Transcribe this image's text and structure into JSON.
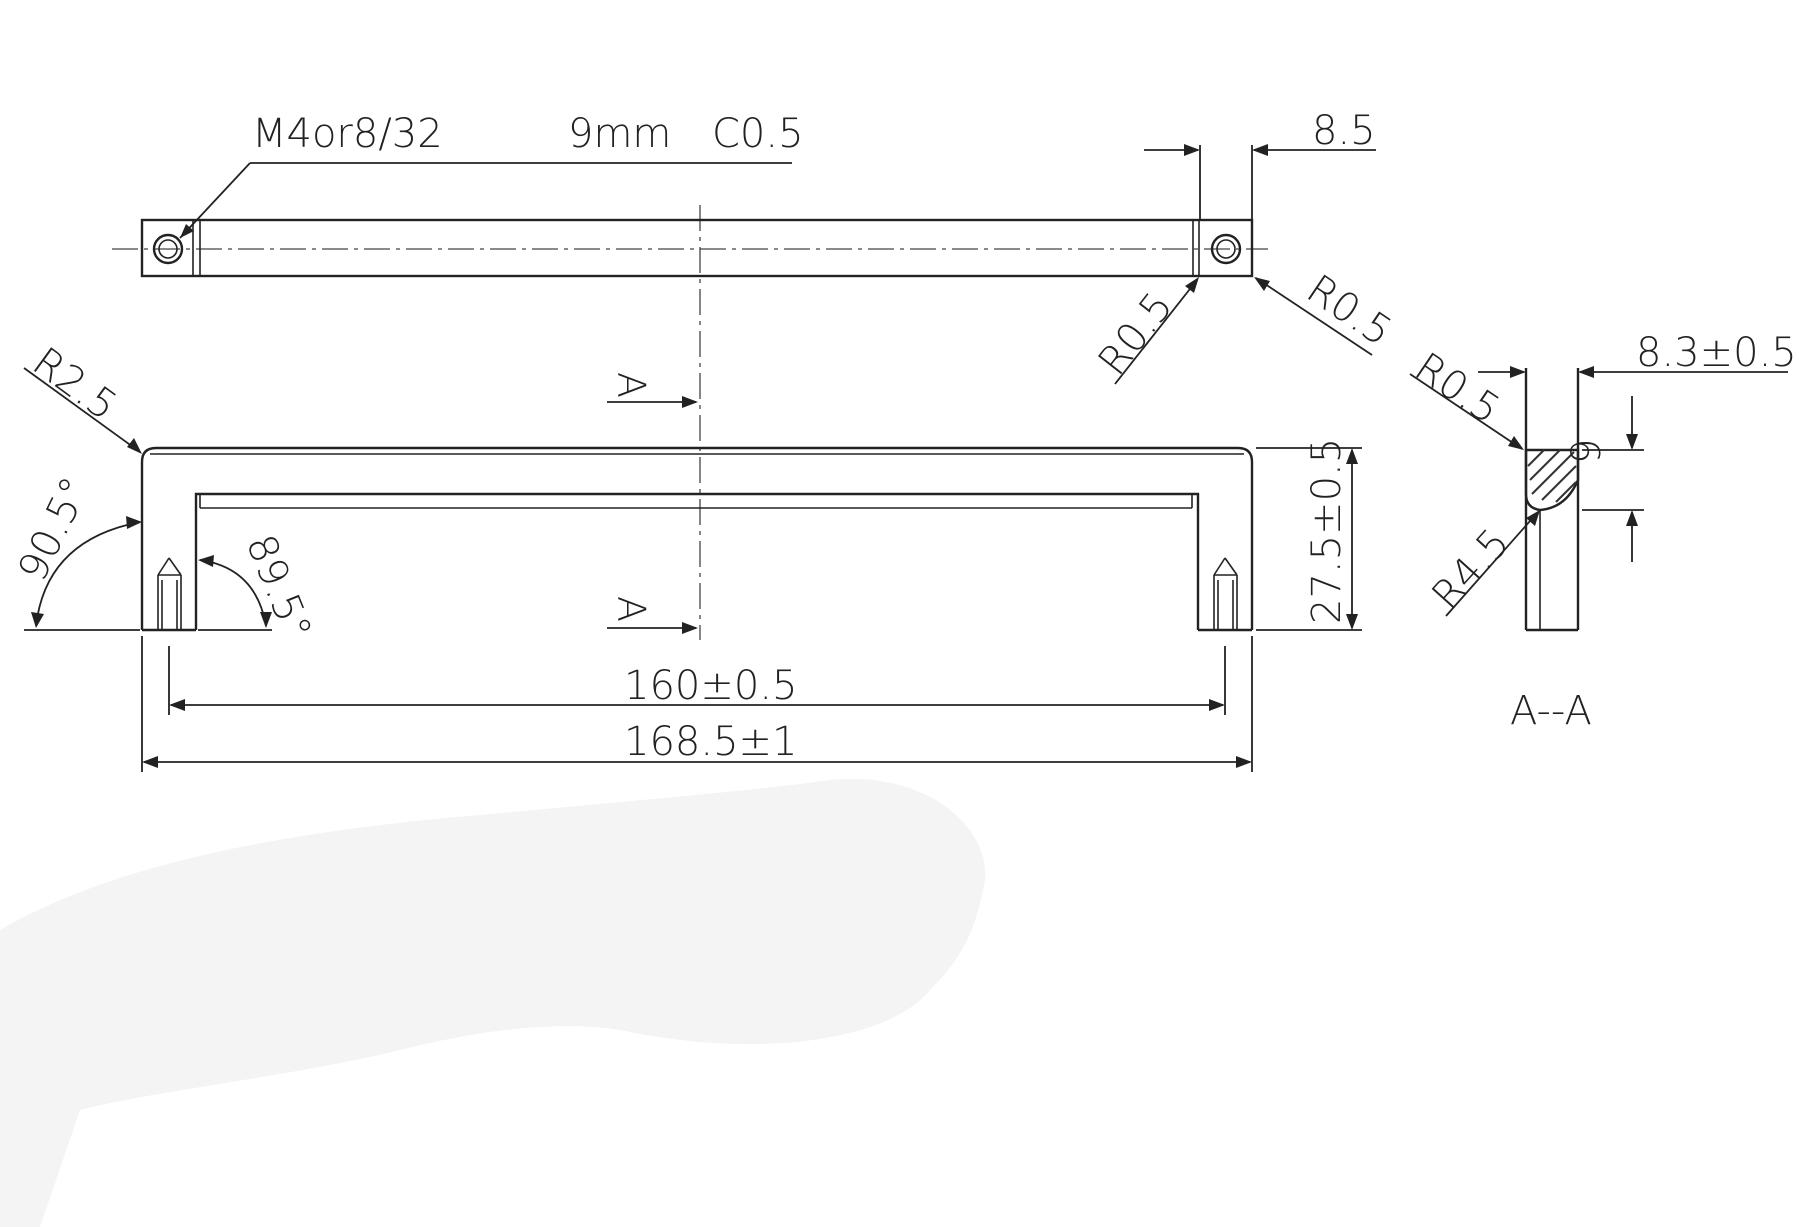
{
  "labels": {
    "thread_spec": "M4or8/32",
    "depth": "9mm",
    "chamfer": "C0.5",
    "end_width": "8.5",
    "radius_end_left": "R0.5",
    "radius_end_right": "R0.5",
    "radius_corner": "R2.5",
    "angle_outer": "90.5°",
    "angle_inner": "89.5°",
    "section_mark_top": "A",
    "section_mark_bottom": "A",
    "height": "27.5±0.5",
    "hole_spacing": "160±0.5",
    "overall_length": "168.5±1",
    "section_width": "8.3±0.5",
    "section_radius_small": "R0.5",
    "section_height": "9",
    "section_radius_large": "R4.5",
    "section_title": "A--A"
  },
  "colors": {
    "ink": "#222222",
    "background": "#ffffff",
    "smudge": "#f4f4f4"
  }
}
